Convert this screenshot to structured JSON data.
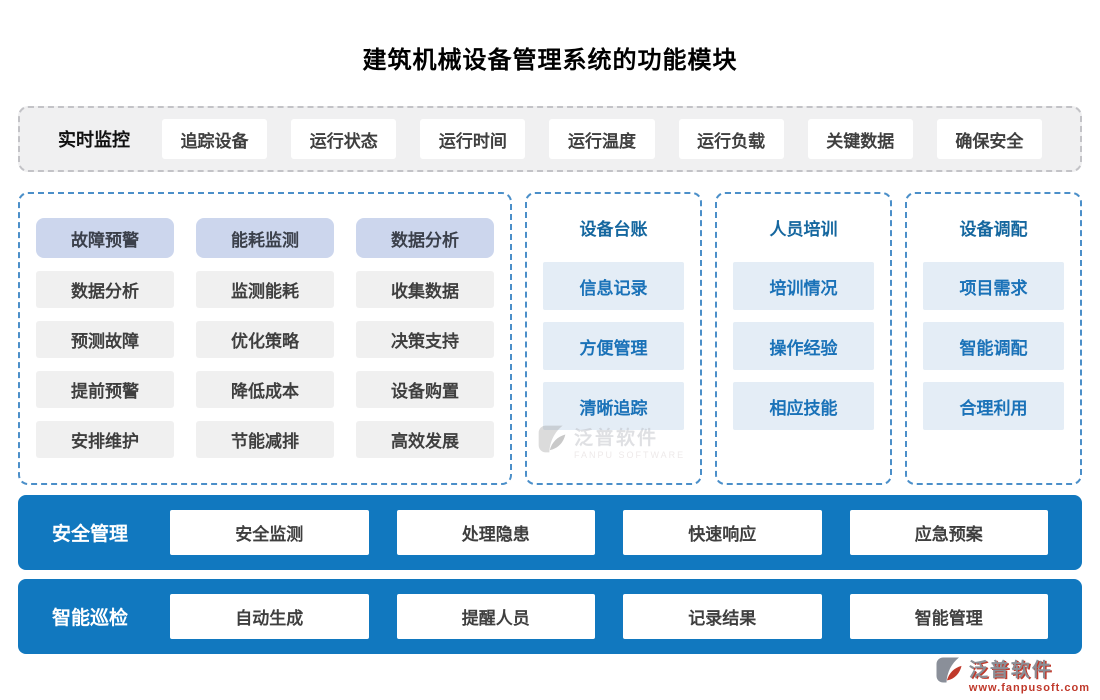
{
  "title": "建筑机械设备管理系统的功能模块",
  "colors": {
    "bar_blue": "#1178bf",
    "panel_border_blue": "#4b8fc9",
    "strip_gray_bg": "#f0f0f1",
    "matrix_header_bg": "#ccd6ed",
    "gray_item_bg": "#f0f0f0",
    "blue_item_bg": "#e4edf6",
    "blue_item_text": "#1a72b8",
    "side_header_text": "#15679f",
    "brand_red": "#c0392b"
  },
  "realtime": {
    "label": "实时监控",
    "items": [
      "追踪设备",
      "运行状态",
      "运行时间",
      "运行温度",
      "运行负载",
      "关键数据",
      "确保安全"
    ]
  },
  "matrix_panel": {
    "columns": [
      {
        "header": "故障预警",
        "items": [
          "数据分析",
          "预测故障",
          "提前预警",
          "安排维护"
        ]
      },
      {
        "header": "能耗监测",
        "items": [
          "监测能耗",
          "优化策略",
          "降低成本",
          "节能减排"
        ]
      },
      {
        "header": "数据分析",
        "items": [
          "收集数据",
          "决策支持",
          "设备购置",
          "高效发展"
        ]
      }
    ]
  },
  "side_panels": [
    {
      "header": "设备台账",
      "items": [
        "信息记录",
        "方便管理",
        "清晰追踪"
      ]
    },
    {
      "header": "人员培训",
      "items": [
        "培训情况",
        "操作经验",
        "相应技能"
      ]
    },
    {
      "header": "设备调配",
      "items": [
        "项目需求",
        "智能调配",
        "合理利用"
      ]
    }
  ],
  "bars": [
    {
      "label": "安全管理",
      "items": [
        "安全监测",
        "处理隐患",
        "快速响应",
        "应急预案"
      ]
    },
    {
      "label": "智能巡检",
      "items": [
        "自动生成",
        "提醒人员",
        "记录结果",
        "智能管理"
      ]
    }
  ],
  "watermark": {
    "name": "泛普软件",
    "sub": "FANPU SOFTWARE"
  },
  "brand": {
    "name": "泛普软件",
    "url": "www.fanpusoft.com"
  }
}
